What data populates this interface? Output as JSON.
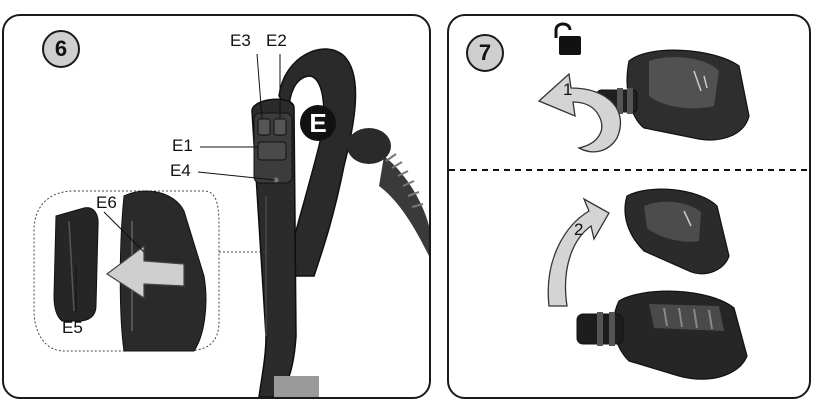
{
  "panel_6": {
    "step_number": "6",
    "e_badge": "E",
    "labels": {
      "e1": "E1",
      "e2": "E2",
      "e3": "E3",
      "e4": "E4",
      "e5": "E5",
      "e6": "E6"
    }
  },
  "panel_7": {
    "step_number": "7",
    "arrow_1": "1",
    "arrow_2": "2",
    "lock_icon": "unlocked-padlock-icon"
  }
}
